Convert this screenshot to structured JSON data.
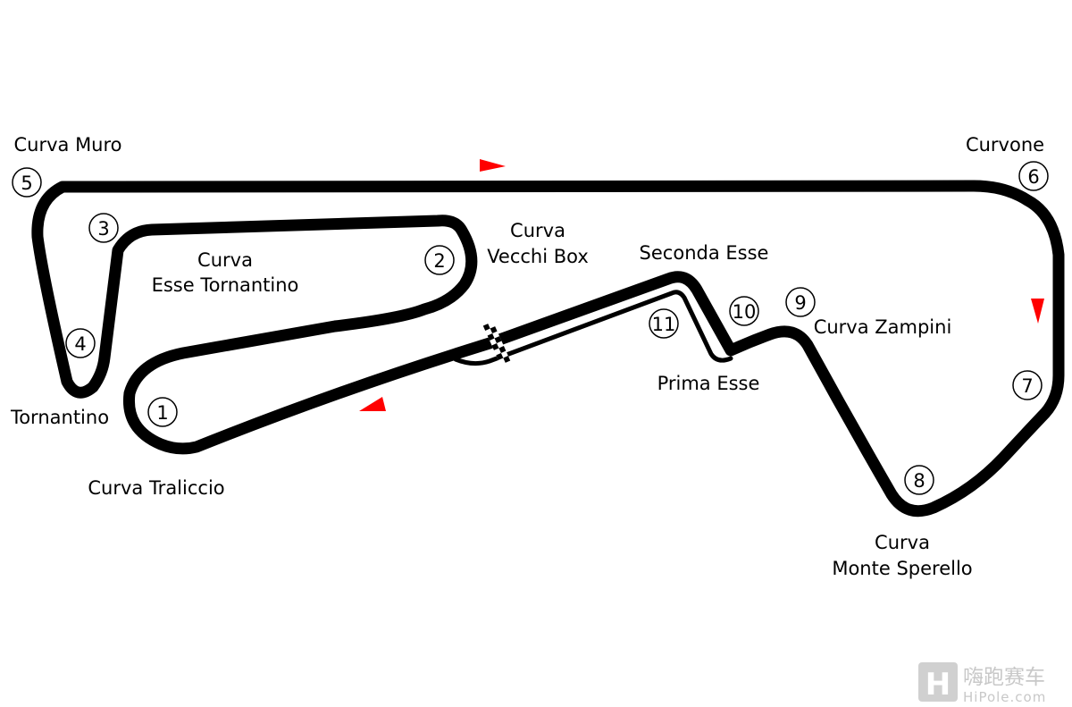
{
  "colors": {
    "track": "#000000",
    "direction_arrow": "#ff0000",
    "watermark": "#c8c8c8"
  },
  "corners": [
    {
      "number": "1",
      "name_lines": [
        "Curva Traliccio"
      ]
    },
    {
      "number": "2",
      "name_lines": [
        "Curva",
        "Vecchi Box"
      ]
    },
    {
      "number": "3",
      "name_lines": [
        "Curva",
        "Esse Tornantino"
      ]
    },
    {
      "number": "4",
      "name_lines": [
        "Tornantino"
      ]
    },
    {
      "number": "5",
      "name_lines": [
        "Curva Muro"
      ]
    },
    {
      "number": "6",
      "name_lines": [
        "Curvone"
      ]
    },
    {
      "number": "7",
      "name_lines": []
    },
    {
      "number": "8",
      "name_lines": [
        "Curva",
        "Monte Sperello"
      ]
    },
    {
      "number": "9",
      "name_lines": [
        "Curva Zampini"
      ]
    },
    {
      "number": "10",
      "name_lines": [
        "Seconda Esse"
      ]
    },
    {
      "number": "11",
      "name_lines": [
        "Prima Esse"
      ]
    }
  ],
  "watermark": {
    "logo_glyph": "H",
    "chinese": "嗨跑赛车",
    "latin": "HiPole.com"
  },
  "icons": {
    "finish_line": "checkered-flag-icon",
    "direction": "direction-arrow-icon"
  }
}
